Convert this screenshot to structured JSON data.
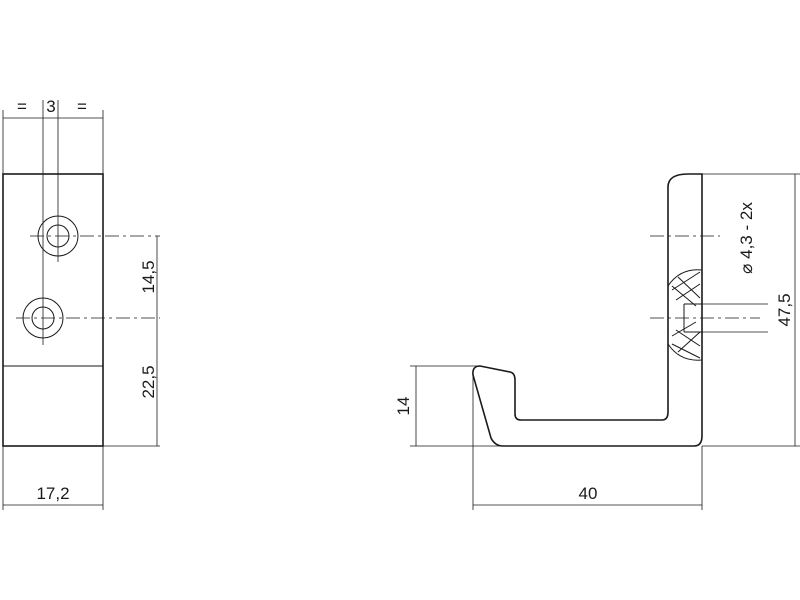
{
  "dimensions": {
    "spacing_top": "3",
    "equal_left": "=",
    "equal_right": "=",
    "hole_spacing": "14,5",
    "bottom_offset": "22,5",
    "width": "17,2",
    "hook_height": "14",
    "hook_depth": "40",
    "hole_spec": "⌀ 4,3 - 2x",
    "total_height": "47,5"
  }
}
